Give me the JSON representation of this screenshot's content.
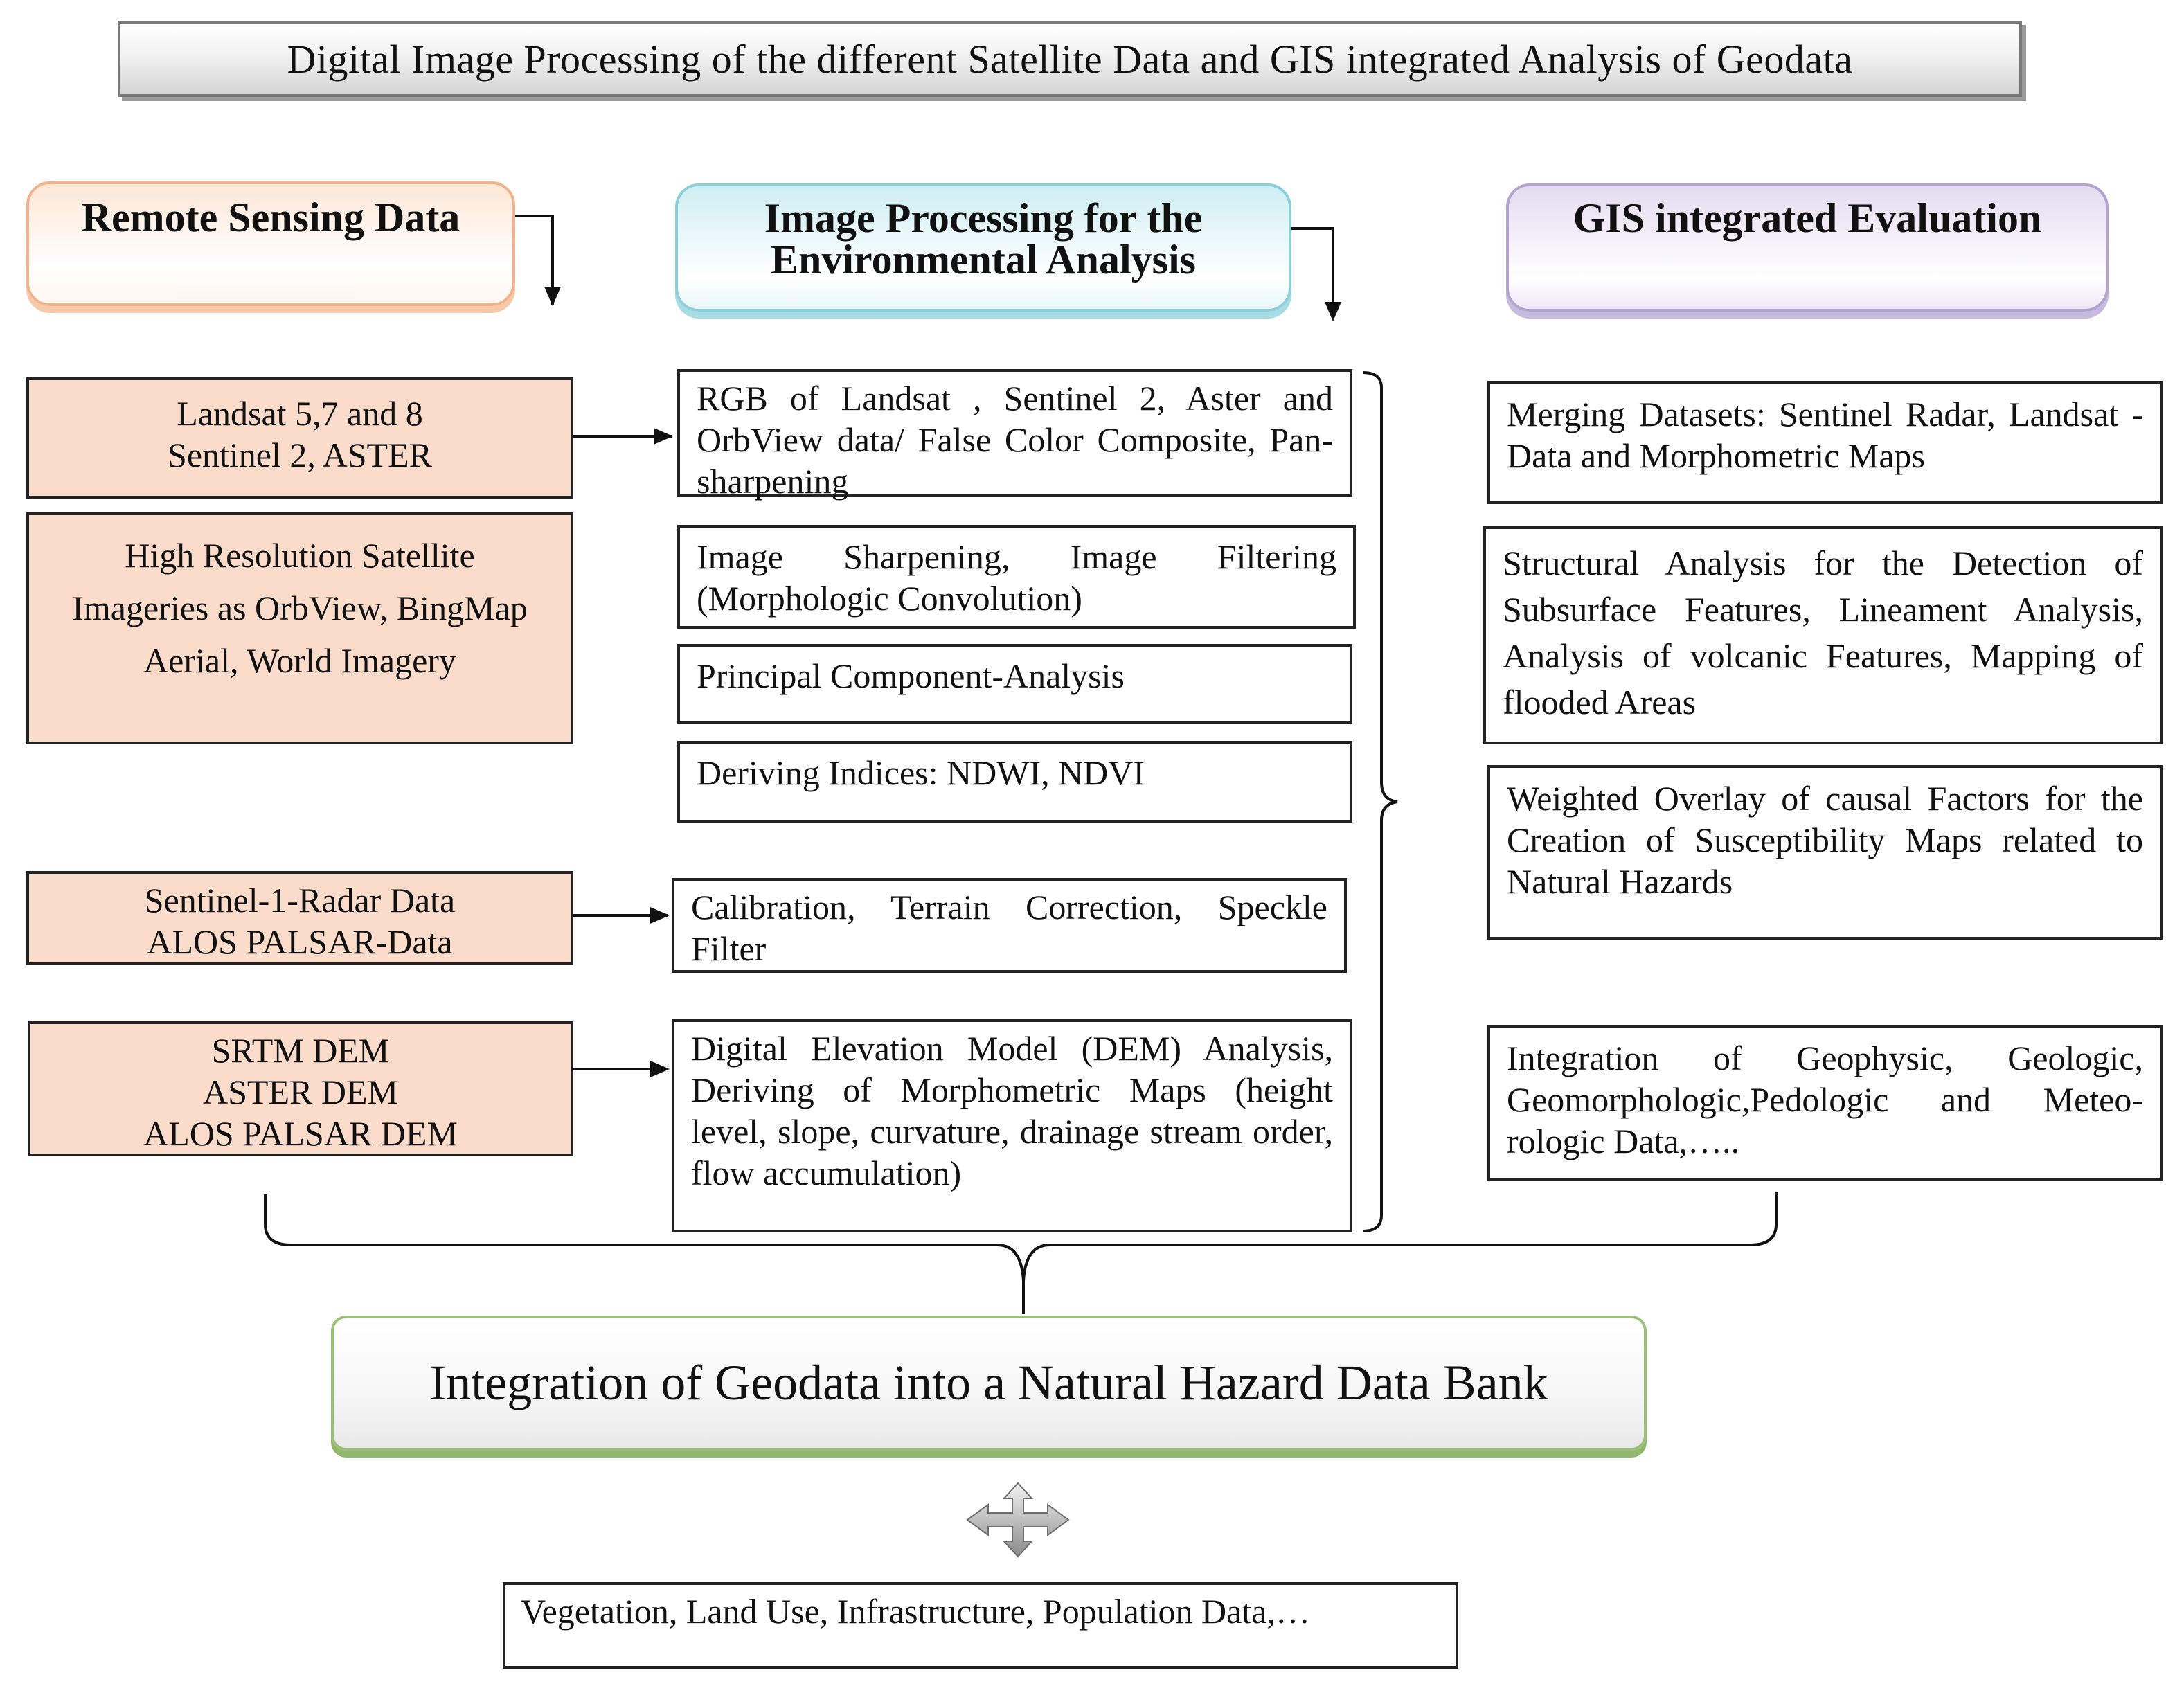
{
  "title": "Digital  Image Processing of the different  Satellite Data and GIS integrated Analysis  of Geodata",
  "headers": {
    "remote": "Remote Sensing Data",
    "image": "Image Processing for the Environmental Analysis",
    "gis": "GIS integrated Evaluation"
  },
  "remote_sensing": {
    "landsat": [
      "Landsat  5,7 and 8",
      "Sentinel  2, ASTER"
    ],
    "high_res": [
      "High Resolution  Satellite",
      "Imageries  as OrbView, BingMap",
      "Aerial,  World Imagery"
    ],
    "radar": [
      "Sentinel-1-Radar  Data",
      "ALOS PALSAR-Data"
    ],
    "dem": [
      "SRTM DEM",
      "ASTER DEM",
      "ALOS PALSAR DEM"
    ]
  },
  "image_processing": {
    "rgb": "RGB of Landsat  , Sentinel 2, Aster and OrbView data/ False Color Composite, Pan-sharpening",
    "sharpening": "Image Sharpening,  Image Filtering (Morphologic  Convolution)",
    "pca": "Principal  Component-Analysis",
    "indices": "Deriving  Indices:  NDWI, NDVI",
    "calibration": "Calibration,  Terrain  Correction,  Speckle Filter",
    "dem_analysis": "Digital  Elevation  Model (DEM) Analysis,  Deriving  of  Morphometric Maps (height level,  slope, curvature, drainage  stream  order, flow accumulation)"
  },
  "gis_evaluation": {
    "merging": "Merging   Datasets:   Sentinel   Radar, Landsat -Data and Morphometric  Maps",
    "structural": "Structural  Analysis  for the Detection  of Subsurface  Features,  Lineament Analysis,  Analysis  of volcanic  Features, Mapping  of flooded Areas",
    "weighted": "Weighted  Overlay  of causal  Factors for the Creation  of Susceptibility  Maps related to Natural Hazards",
    "integration_data": "Integration  of Geophysic,  Geologic, Geomorphologic,Pedologic  and Meteo-rologic  Data,….."
  },
  "integration": "Integration  of  Geodata into a Natural Hazard Data Bank",
  "additional_data": "Vegetation,  Land Use, Infrastructure,  Population  Data,…",
  "icons": {
    "bidirectional_arrow": "four-way-arrow-icon"
  },
  "colors": {
    "remote_header_border": "#f2b28b",
    "image_header_border": "#8ccfdb",
    "gis_header_border": "#b3a3d1",
    "peach_fill": "#fbdccb",
    "integration_border": "#9cc07a"
  }
}
